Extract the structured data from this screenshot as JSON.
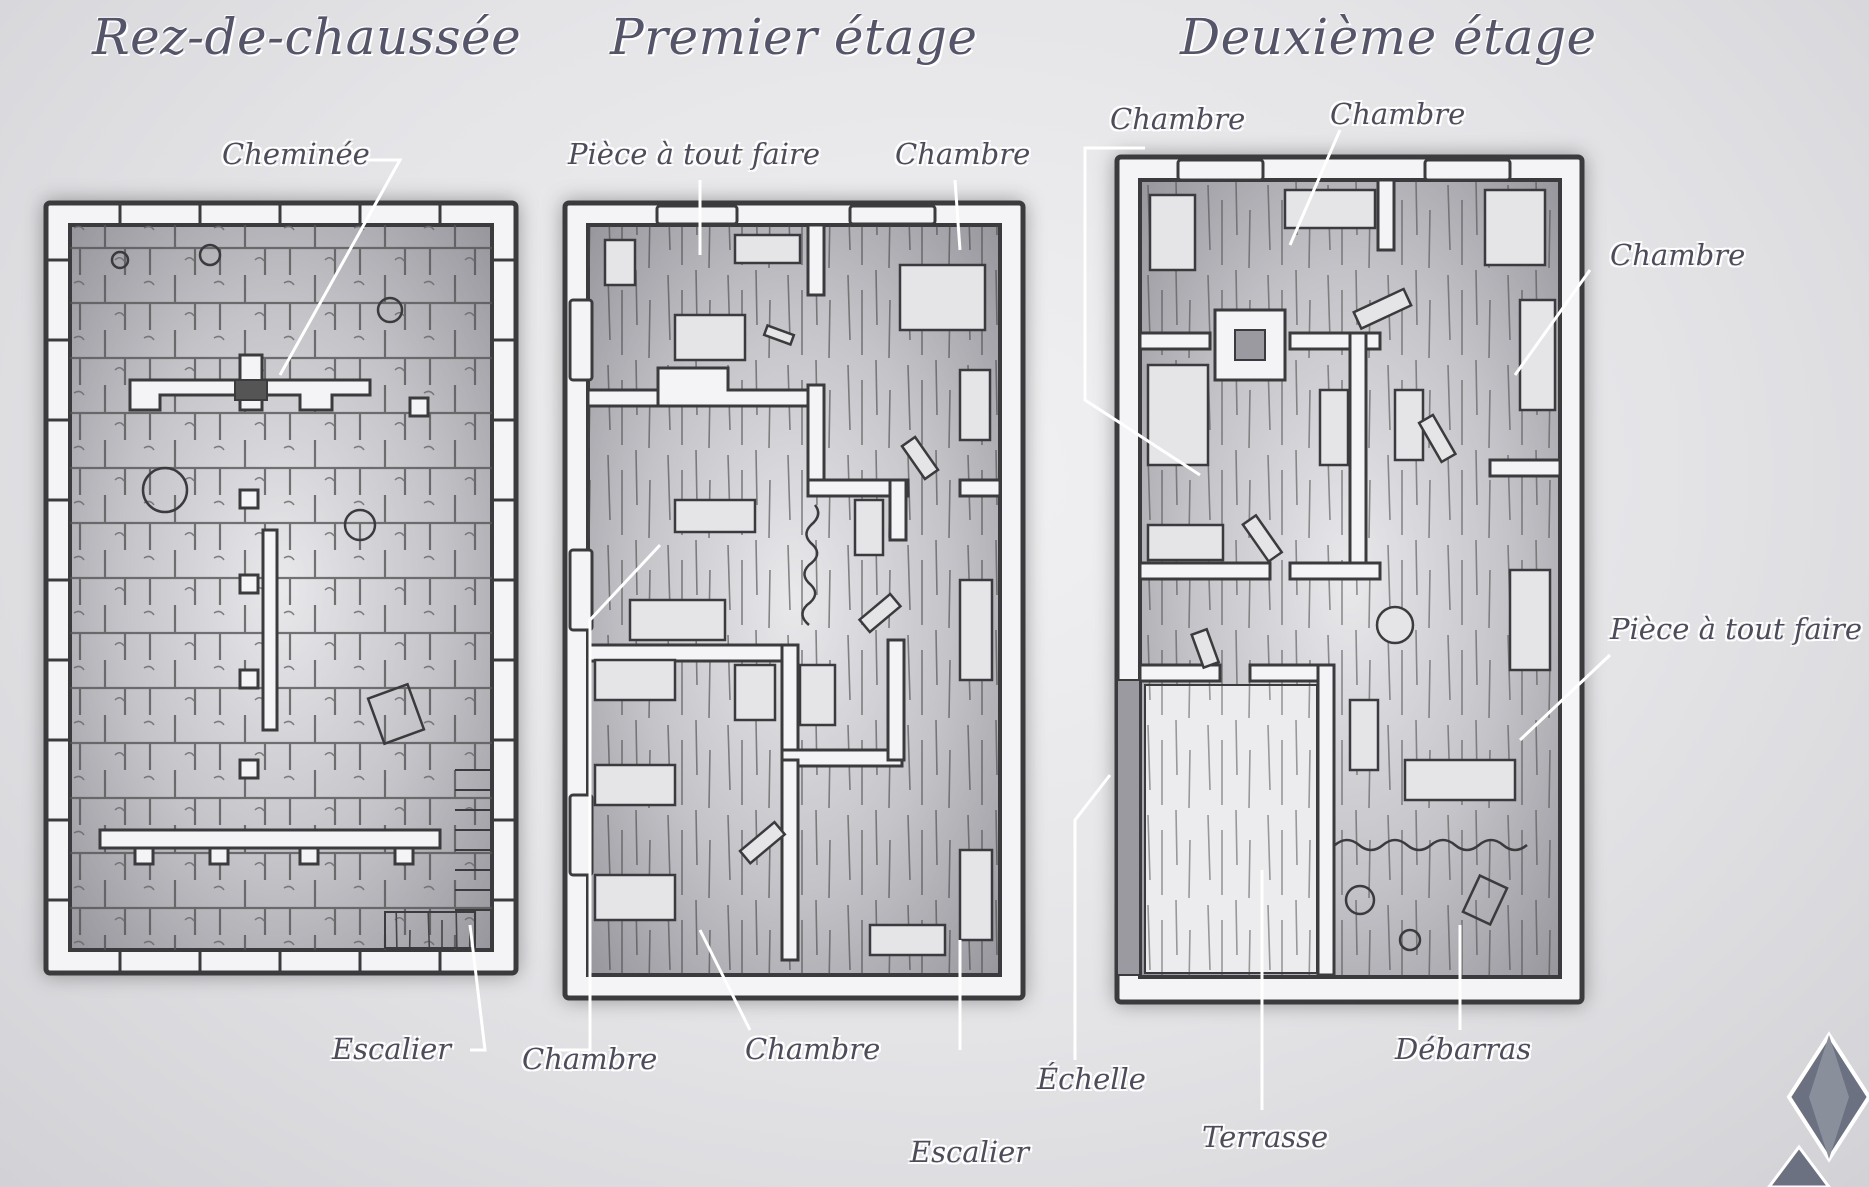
{
  "floors": [
    {
      "title": "Rez-de-chaussée",
      "labels": [
        "Cheminée",
        "Escalier"
      ]
    },
    {
      "title": "Premier étage",
      "labels": [
        "Pièce à tout faire",
        "Chambre",
        "Chambre",
        "Chambre",
        "Escalier"
      ]
    },
    {
      "title": "Deuxième étage",
      "labels": [
        "Chambre",
        "Chambre",
        "Chambre",
        "Pièce à tout faire",
        "Débarras",
        "Terrasse",
        "Échelle"
      ]
    }
  ],
  "colors": {
    "wall_fill": "#f4f4f6",
    "wall_stroke": "#3a3a3e",
    "floor": "#bdbdc2",
    "leader": "#ffffff",
    "title": "#54546a",
    "label": "#4c4c5c",
    "logo": "#6b7180"
  },
  "icons": [
    "compass-diamond-logo"
  ]
}
